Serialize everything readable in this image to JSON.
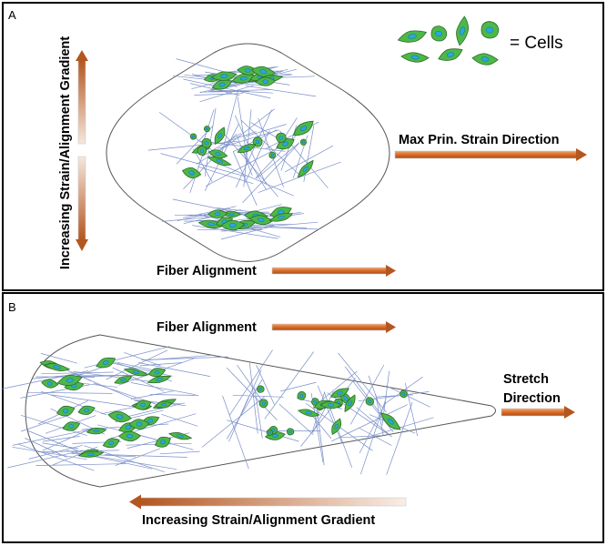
{
  "panel_a": {
    "letter": "A",
    "legend_label": "= Cells",
    "vertical_label": "Increasing Strain/Alignment Gradient",
    "strain_direction_label": "Max Prin. Strain Direction",
    "fiber_alignment_label": "Fiber Alignment"
  },
  "panel_b": {
    "letter": "B",
    "fiber_alignment_label": "Fiber Alignment",
    "stretch_label_line1": "Stretch",
    "stretch_label_line2": "Direction",
    "gradient_label": "Increasing Strain/Alignment Gradient"
  },
  "colors": {
    "cell_fill": "#4cb848",
    "cell_stroke": "#2d6b2a",
    "nucleus_fill": "#29a8e0",
    "fiber": "#7a8fc9",
    "arrow_dark": "#b4561f",
    "arrow_light": "#f6e7dc",
    "frame": "#000000"
  },
  "icons": [
    "cell-icon",
    "arrow-icon"
  ]
}
